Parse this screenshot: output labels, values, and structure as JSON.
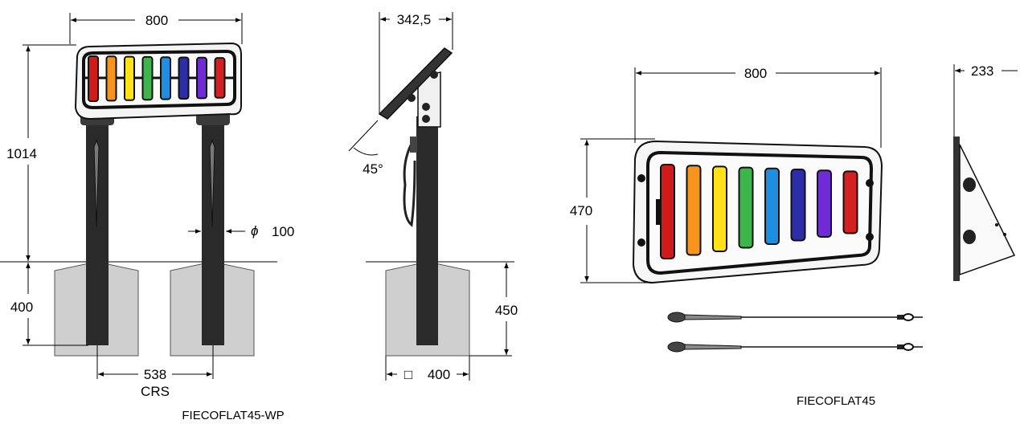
{
  "front_view": {
    "width_dim": "800",
    "height_dim": "1014",
    "depth_dim": "400",
    "diameter_symbol": "ϕ",
    "diameter_dim": "100",
    "spacing_dim": "538",
    "spacing_unit": "CRS",
    "model_label": "FIECOFLAT45-WP"
  },
  "side_view": {
    "depth_dim": "342,5",
    "angle_dim": "45°",
    "footing_height_dim": "450",
    "footing_size_symbol": "□",
    "footing_size_dim": "400"
  },
  "panel_view": {
    "width_dim": "800",
    "height_dim": "470",
    "side_depth_dim": "233",
    "model_label": "FIECOFLAT45"
  },
  "colors": {
    "bars": [
      "#d11a1a",
      "#f7941d",
      "#ffe11a",
      "#3cb54a",
      "#1e8fe0",
      "#2b2ea8",
      "#6f2bd6",
      "#d42020"
    ],
    "post": "#2a2a2a",
    "concrete": "#cfcfcf",
    "frame": "#1a1a1a"
  }
}
